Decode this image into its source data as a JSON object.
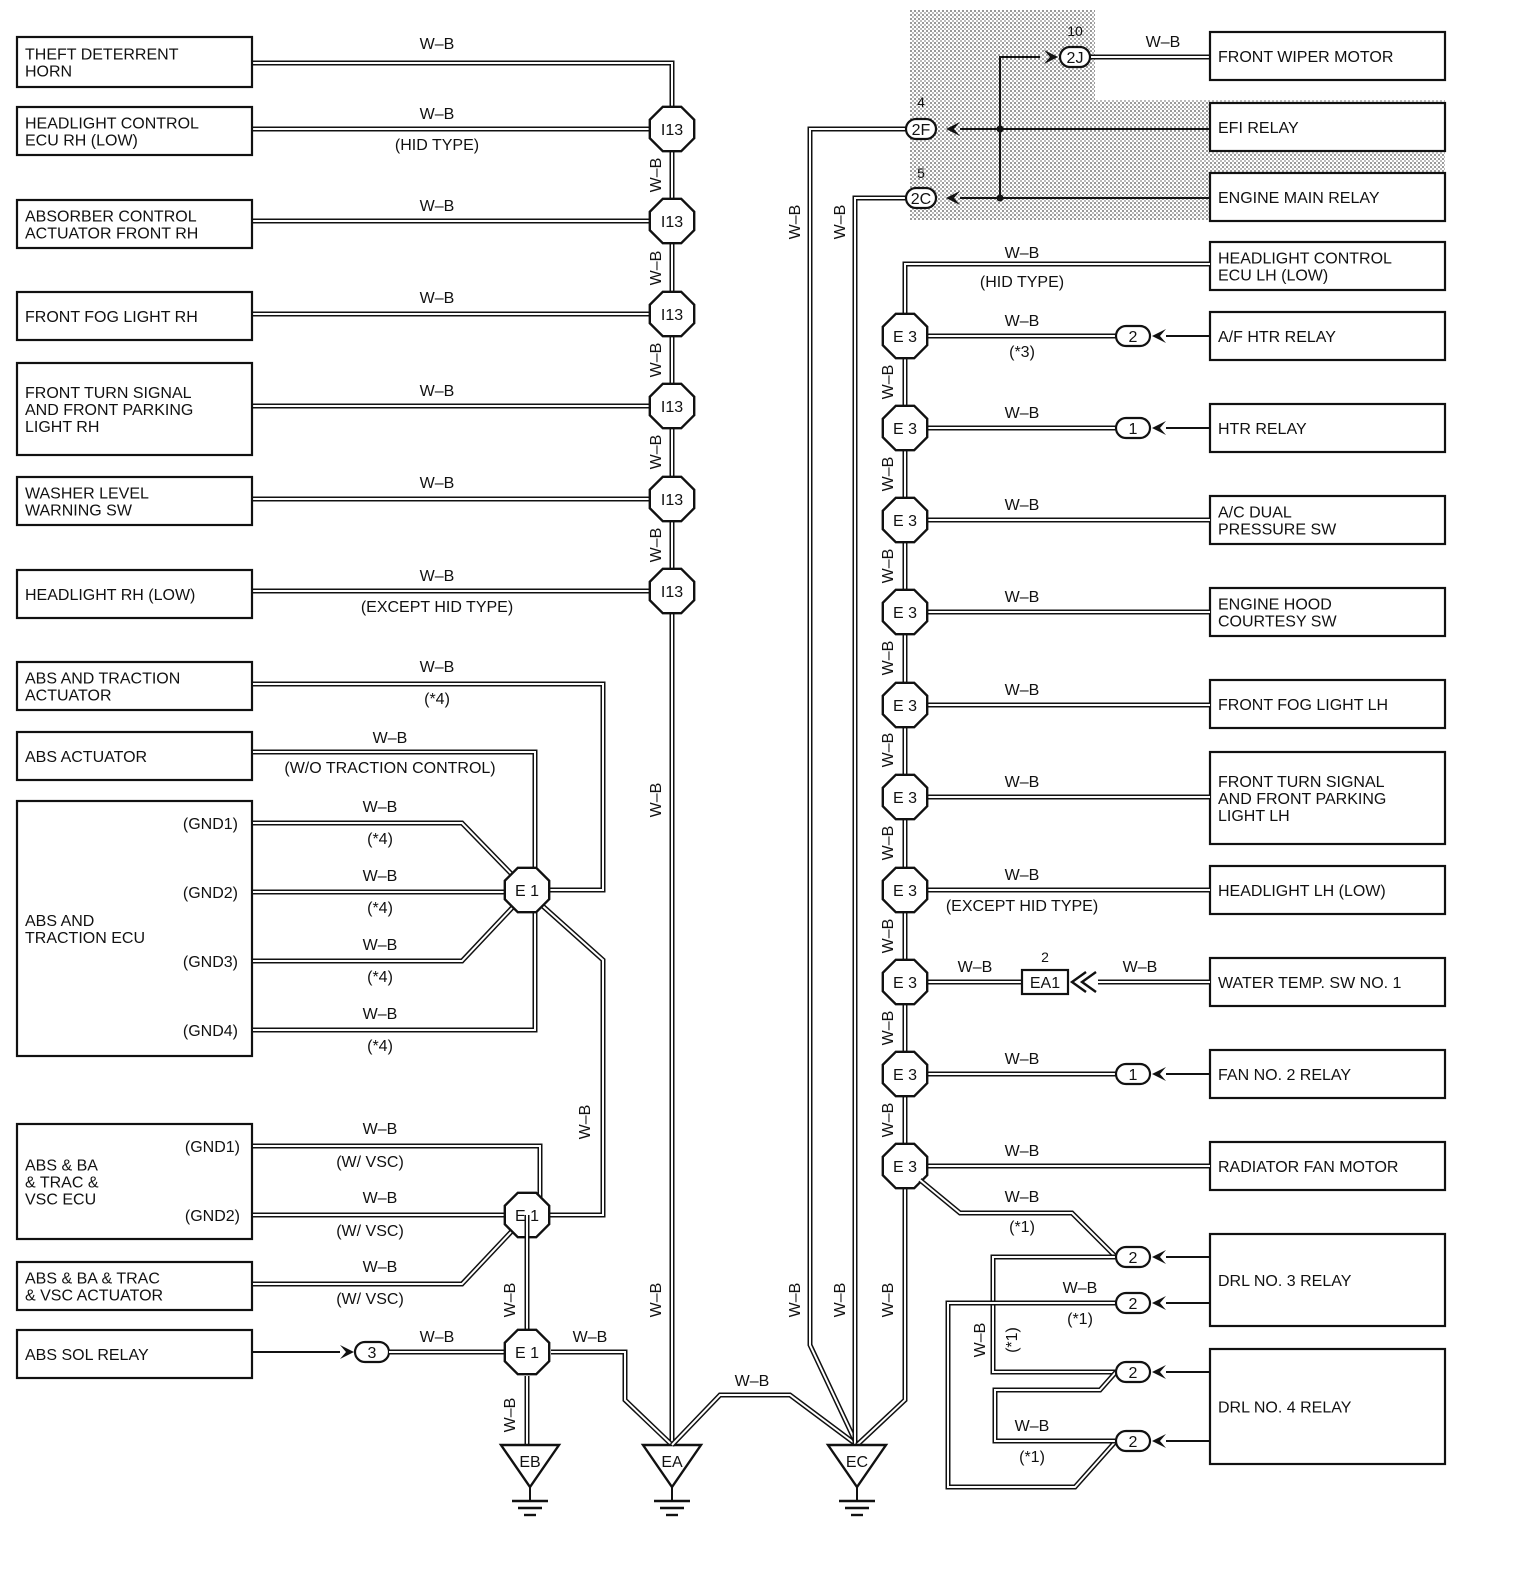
{
  "wire_color": "W–B",
  "left_components": {
    "theft_horn": [
      "THEFT DETERRENT",
      "HORN"
    ],
    "hl_ecu_rh": [
      "HEADLIGHT CONTROL",
      "ECU RH (LOW)"
    ],
    "absorber_rh": [
      "ABSORBER CONTROL",
      "ACTUATOR FRONT RH"
    ],
    "fog_rh": [
      "FRONT FOG LIGHT RH"
    ],
    "turn_rh": [
      "FRONT TURN SIGNAL",
      "AND FRONT PARKING",
      "LIGHT RH"
    ],
    "washer": [
      "WASHER LEVEL",
      "WARNING SW"
    ],
    "hl_rh_low": [
      "HEADLIGHT RH (LOW)"
    ],
    "abs_trac_act": [
      "ABS AND TRACTION",
      "ACTUATOR"
    ],
    "abs_act": [
      "ABS ACTUATOR"
    ],
    "abs_trac_ecu": [
      "ABS AND",
      "TRACTION ECU"
    ],
    "vsc_ecu": [
      "ABS & BA",
      "& TRAC &",
      "VSC ECU"
    ],
    "vsc_act": [
      "ABS & BA & TRAC",
      "& VSC ACTUATOR"
    ],
    "abs_sol": [
      "ABS SOL RELAY"
    ]
  },
  "right_components": {
    "wiper": [
      "FRONT WIPER MOTOR"
    ],
    "efi": [
      "EFI RELAY"
    ],
    "engine_main": [
      "ENGINE MAIN RELAY"
    ],
    "hl_ecu_lh": [
      "HEADLIGHT CONTROL",
      "ECU LH (LOW)"
    ],
    "af_htr": [
      "A/F HTR RELAY"
    ],
    "htr": [
      "HTR RELAY"
    ],
    "ac_dual": [
      "A/C DUAL",
      "PRESSURE SW"
    ],
    "hood": [
      "ENGINE HOOD",
      "COURTESY SW"
    ],
    "fog_lh": [
      "FRONT FOG LIGHT LH"
    ],
    "turn_lh": [
      "FRONT TURN SIGNAL",
      "AND FRONT PARKING",
      "LIGHT LH"
    ],
    "hl_lh_low": [
      "HEADLIGHT LH (LOW)"
    ],
    "water_temp": [
      "WATER TEMP.  SW NO. 1"
    ],
    "fan2": [
      "FAN NO. 2 RELAY"
    ],
    "radiator": [
      "RADIATOR FAN MOTOR"
    ],
    "drl3": [
      "DRL NO. 3 RELAY"
    ],
    "drl4": [
      "DRL NO. 4 RELAY"
    ]
  },
  "pins": {
    "gnd1": "(GND1)",
    "gnd2": "(GND2)",
    "gnd3": "(GND3)",
    "gnd4": "(GND4)"
  },
  "notes": {
    "hid_type": "(HID TYPE)",
    "except_hid": "(EXCEPT HID TYPE)",
    "star4": "(*4)",
    "wo_trac": "(W/O TRACTION CONTROL)",
    "w_vsc": "(W/ VSC)",
    "star3": "(*3)",
    "star1": "(*1)"
  },
  "junctions": {
    "i13": "I13",
    "e3": "E 3",
    "e1": "E 1",
    "ea": "EA",
    "eb": "EB",
    "ec": "EC",
    "ea1": "EA1"
  },
  "connectors": {
    "c2j": "2J",
    "c2f": "2F",
    "c2c": "2C",
    "n10": "10",
    "n4": "4",
    "n5": "5",
    "two": "2",
    "one": "1",
    "three": "3"
  }
}
